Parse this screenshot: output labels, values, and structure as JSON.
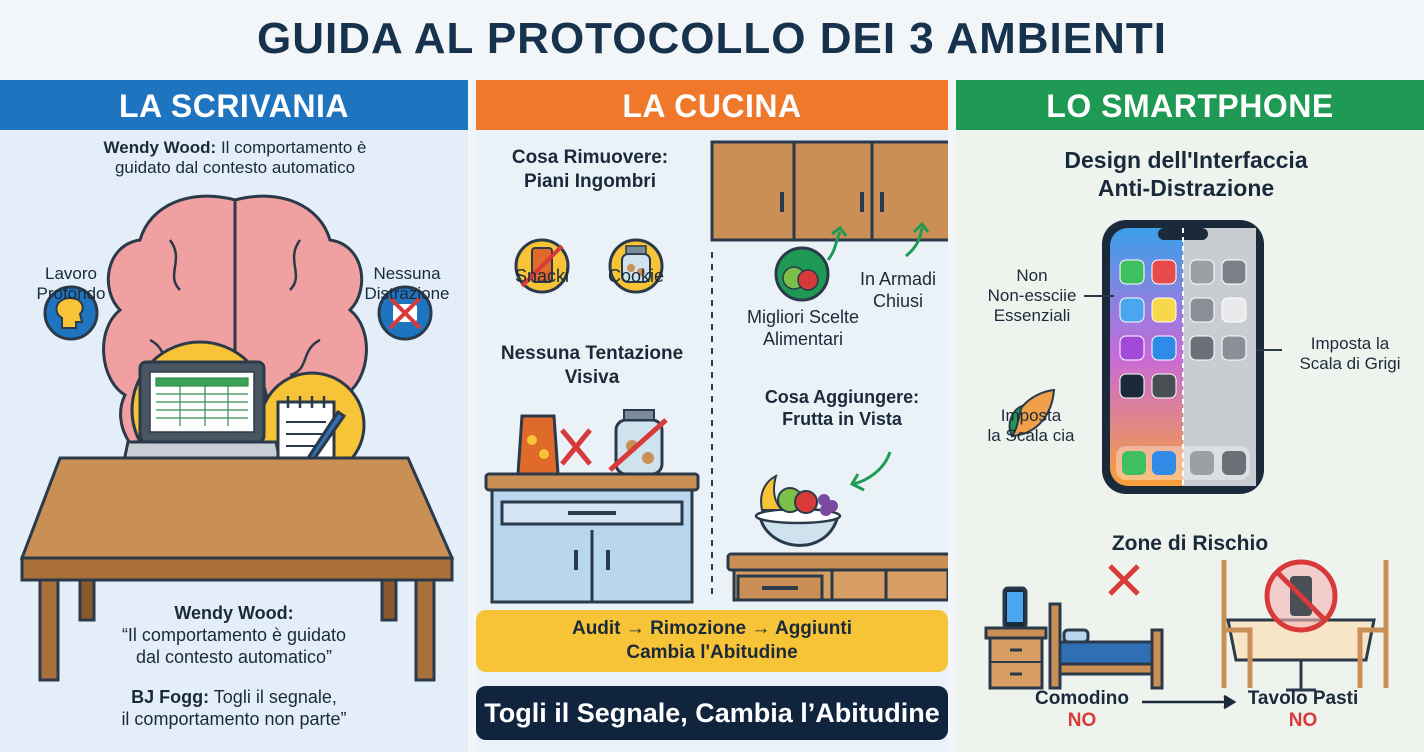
{
  "page_title": "GUIDA AL PROTOCOLLO DEI 3 AMBIENTI",
  "colors": {
    "blue": "#1f74c0",
    "orange": "#f0782a",
    "green": "#1f9a55",
    "navy": "#10243d",
    "yellow": "#f8c437"
  },
  "scrivania": {
    "header": "LA SCRIVANIA",
    "quote_top_author": "Wendy Wood:",
    "quote_top_text_1": " Il comportamento è",
    "quote_top_text_2": "guidato dal contesto automatico",
    "left_label_1": "Lavoro",
    "left_label_2": "Profondo",
    "right_label_1": "Nessuna",
    "right_label_2": "Distrazione",
    "quote_bottom_author": "Wendy Wood:",
    "quote_bottom_1": "“Il comportamento è guidato",
    "quote_bottom_2": "dal contesto automatico”",
    "fogg_author": "BJ Fogg:",
    "fogg_text_1": " Togli il segnale,",
    "fogg_text_2": "il comportamento non parte”"
  },
  "cucina": {
    "header": "LA CUCINA",
    "remove_1": "Cosa Rimuovere:",
    "remove_2": "Piani Ingombri",
    "snack_label": "Snacki",
    "cookie_label": "Cookie",
    "better_1": "Migliori Scelte",
    "better_2": "Alimentari",
    "closed_1": "In Armadi",
    "closed_2": "Chiusi",
    "no_temptation_1": "Nessuna Tentazione",
    "no_temptation_2": "Visiva",
    "add_1": "Cosa Aggiungere:",
    "add_2": "Frutta in Vista",
    "flow_1": "Audit → Rimozione → Aggiunti",
    "flow_2": "Cambia l'Abitudine",
    "banner": "Togli il Segnale, Cambia l’Abitudine"
  },
  "smartphone": {
    "header": "LO SMARTPHONE",
    "design_1": "Design dell'Interfaccia",
    "design_2": "Anti-Distrazione",
    "left_1": "Non",
    "left_2": "Non-essciie",
    "left_3": "Essenziali",
    "leaf_1": "Imposta",
    "leaf_2": "la Scala cia",
    "right_1": "Imposta la",
    "right_2": "Scala di Grigi",
    "risk_title": "Zone di Rischio",
    "nightstand": "Comodino",
    "dining": "Tavolo Pasti",
    "no_1": "NO",
    "no_2": "NO"
  }
}
